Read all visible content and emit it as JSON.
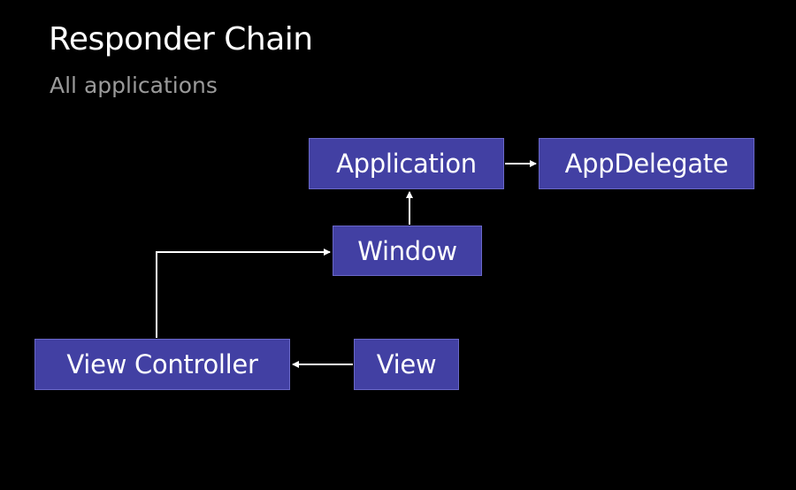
{
  "slide": {
    "title": "Responder Chain",
    "subtitle": "All applications"
  },
  "diagram": {
    "node_color": "#4240a3",
    "connector_color": "#ffffff",
    "nodes": {
      "application": "Application",
      "appdelegate": "AppDelegate",
      "window": "Window",
      "view_controller": "View Controller",
      "view": "View"
    },
    "edges": [
      {
        "from": "view",
        "to": "view_controller"
      },
      {
        "from": "view_controller",
        "to": "window"
      },
      {
        "from": "window",
        "to": "application"
      },
      {
        "from": "application",
        "to": "appdelegate"
      }
    ]
  }
}
